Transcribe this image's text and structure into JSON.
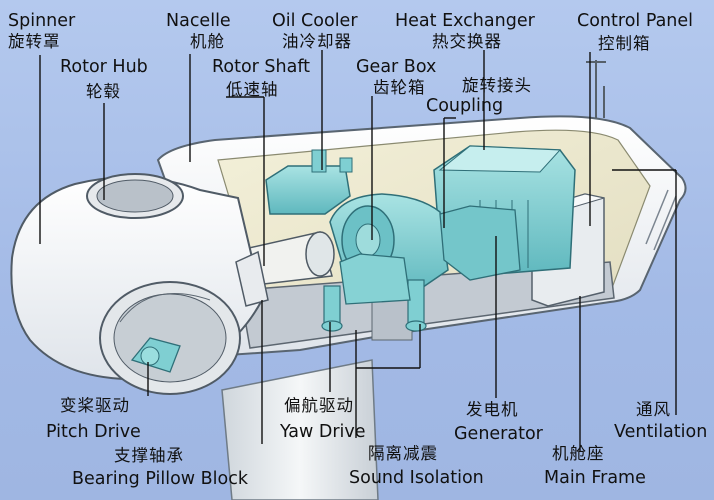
{
  "labels": {
    "spinner": {
      "en": "Spinner",
      "zh": "旋转罩"
    },
    "rotor_hub": {
      "en": "Rotor Hub",
      "zh": "轮毂"
    },
    "nacelle": {
      "en": "Nacelle",
      "zh": "机舱"
    },
    "rotor_shaft": {
      "en": "Rotor Shaft",
      "zh": "低速轴"
    },
    "oil_cooler": {
      "en": "Oil Cooler",
      "zh": "油冷却器"
    },
    "gear_box": {
      "en": "Gear Box",
      "zh": "齿轮箱"
    },
    "heat_exchanger": {
      "en": "Heat Exchanger",
      "zh": "热交换器"
    },
    "coupling": {
      "en": "Coupling",
      "zh": "旋转接头"
    },
    "control_panel": {
      "en": "Control Panel",
      "zh": "控制箱"
    },
    "pitch_drive": {
      "en": "Pitch Drive",
      "zh": "变桨驱动"
    },
    "bearing": {
      "en": "Bearing Pillow Block",
      "zh": "支撑轴承"
    },
    "yaw_drive": {
      "en": "Yaw Drive",
      "zh": "偏航驱动"
    },
    "sound": {
      "en": "Sound Isolation",
      "zh": "隔离减震"
    },
    "generator": {
      "en": "Generator",
      "zh": "发电机"
    },
    "main_frame": {
      "en": "Main Frame",
      "zh": "机舱座"
    },
    "ventilation": {
      "en": "Ventilation",
      "zh": "通风"
    }
  },
  "colors": {
    "background": "#a8c0ea",
    "shell": "#f4f6f7",
    "machinery": "#7fcfd2",
    "frame": "#c3cad2",
    "leader": "#111111"
  }
}
